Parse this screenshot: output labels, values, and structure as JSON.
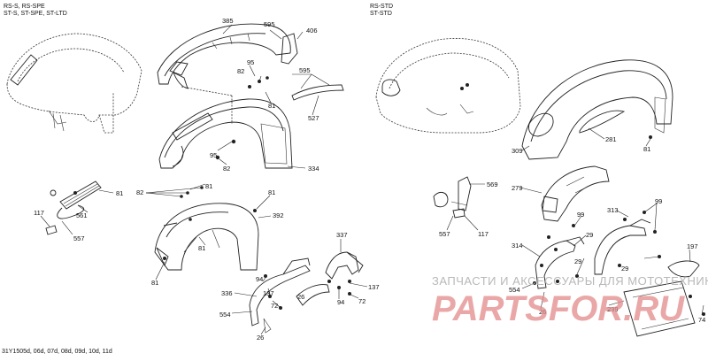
{
  "headers": {
    "left_line1": "RS-S, RS-SPE",
    "left_line2": "ST-S, ST-SPE, ST-LTD",
    "right_line1": "RS-STD",
    "right_line2": "ST-STD"
  },
  "footer": "31Y1505d, 06d, 07d, 08d, 09d, 10d, 11d",
  "watermark": {
    "line1": "ЗАПЧАСТИ И АКСЕССУАРЫ ДЛЯ МОТОТЕХНИКИ",
    "line2": "PARTSFOR.RU"
  },
  "labels": [
    "385",
    "595",
    "406",
    "95",
    "82",
    "81",
    "595",
    "527",
    "334",
    "95",
    "82",
    "81",
    "561",
    "117",
    "557",
    "82",
    "81",
    "81",
    "392",
    "81",
    "81",
    "337",
    "94",
    "137",
    "72",
    "26",
    "336",
    "554",
    "26",
    "94",
    "137",
    "72",
    "569",
    "557",
    "117",
    "309",
    "281",
    "81",
    "279",
    "313",
    "99",
    "99",
    "314",
    "29",
    "29",
    "29",
    "26",
    "554",
    "239",
    "197",
    "74"
  ]
}
